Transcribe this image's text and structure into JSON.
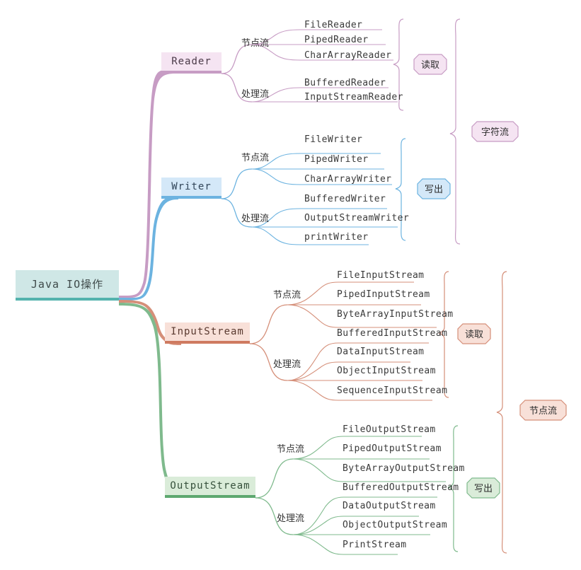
{
  "diagram": {
    "title": "Java IO操作",
    "type": "mindmap"
  },
  "colors": {
    "root_fill": "#cfe7e6",
    "root_line": "#54b3ad",
    "reader": "#c79cc4",
    "reader_fill": "#f5e4f2",
    "reader_line": "#b679b0",
    "writer": "#6cb3e0",
    "writer_fill": "#d4e8f8",
    "writer_line": "#4a9fd8",
    "inputstream": "#d58f79",
    "inputstream_fill": "#f8e0d8",
    "inputstream_line": "#cf7a60",
    "outputstream": "#7fba8d",
    "outputstream_fill": "#daecd9",
    "outputstream_line": "#5da86f",
    "leaf_text": "#3a3a3a"
  },
  "root": {
    "label": "Java IO操作"
  },
  "branches": [
    {
      "id": "reader",
      "label": "Reader",
      "groups": [
        {
          "label": "节点流",
          "items": [
            "FileReader",
            "PipedReader",
            "CharArrayReader"
          ]
        },
        {
          "label": "处理流",
          "items": [
            "BufferedReader",
            "InputStreamReader"
          ]
        }
      ],
      "summary": "读取"
    },
    {
      "id": "writer",
      "label": "Writer",
      "groups": [
        {
          "label": "节点流",
          "items": [
            "FileWriter",
            "PipedWriter",
            "CharArrayWriter"
          ]
        },
        {
          "label": "处理流",
          "items": [
            "BufferedWriter",
            "OutputStreamWriter",
            "printWriter"
          ]
        }
      ],
      "summary": "写出"
    },
    {
      "id": "inputstream",
      "label": "InputStream",
      "groups": [
        {
          "label": "节点流",
          "items": [
            "FileInputStream",
            "PipedInputStream",
            "ByteArrayInputStream"
          ]
        },
        {
          "label": "处理流",
          "items": [
            "BufferedInputStream",
            "DataInputStream",
            "ObjectInputStream",
            "SequenceInputStream"
          ]
        }
      ],
      "summary": "读取"
    },
    {
      "id": "outputstream",
      "label": "OutputStream",
      "groups": [
        {
          "label": "节点流",
          "items": [
            "FileOutputStream",
            "PipedOutputStream",
            "ByteArrayOutputStream"
          ]
        },
        {
          "label": "处理流",
          "items": [
            "BufferedOutputStream",
            "DataOutputStream",
            "ObjectOutputStream",
            "PrintStream"
          ]
        }
      ],
      "summary": "写出"
    }
  ],
  "group_summaries": [
    {
      "id": "character-stream",
      "label": "字符流"
    },
    {
      "id": "byte-stream",
      "label": "节点流"
    }
  ]
}
